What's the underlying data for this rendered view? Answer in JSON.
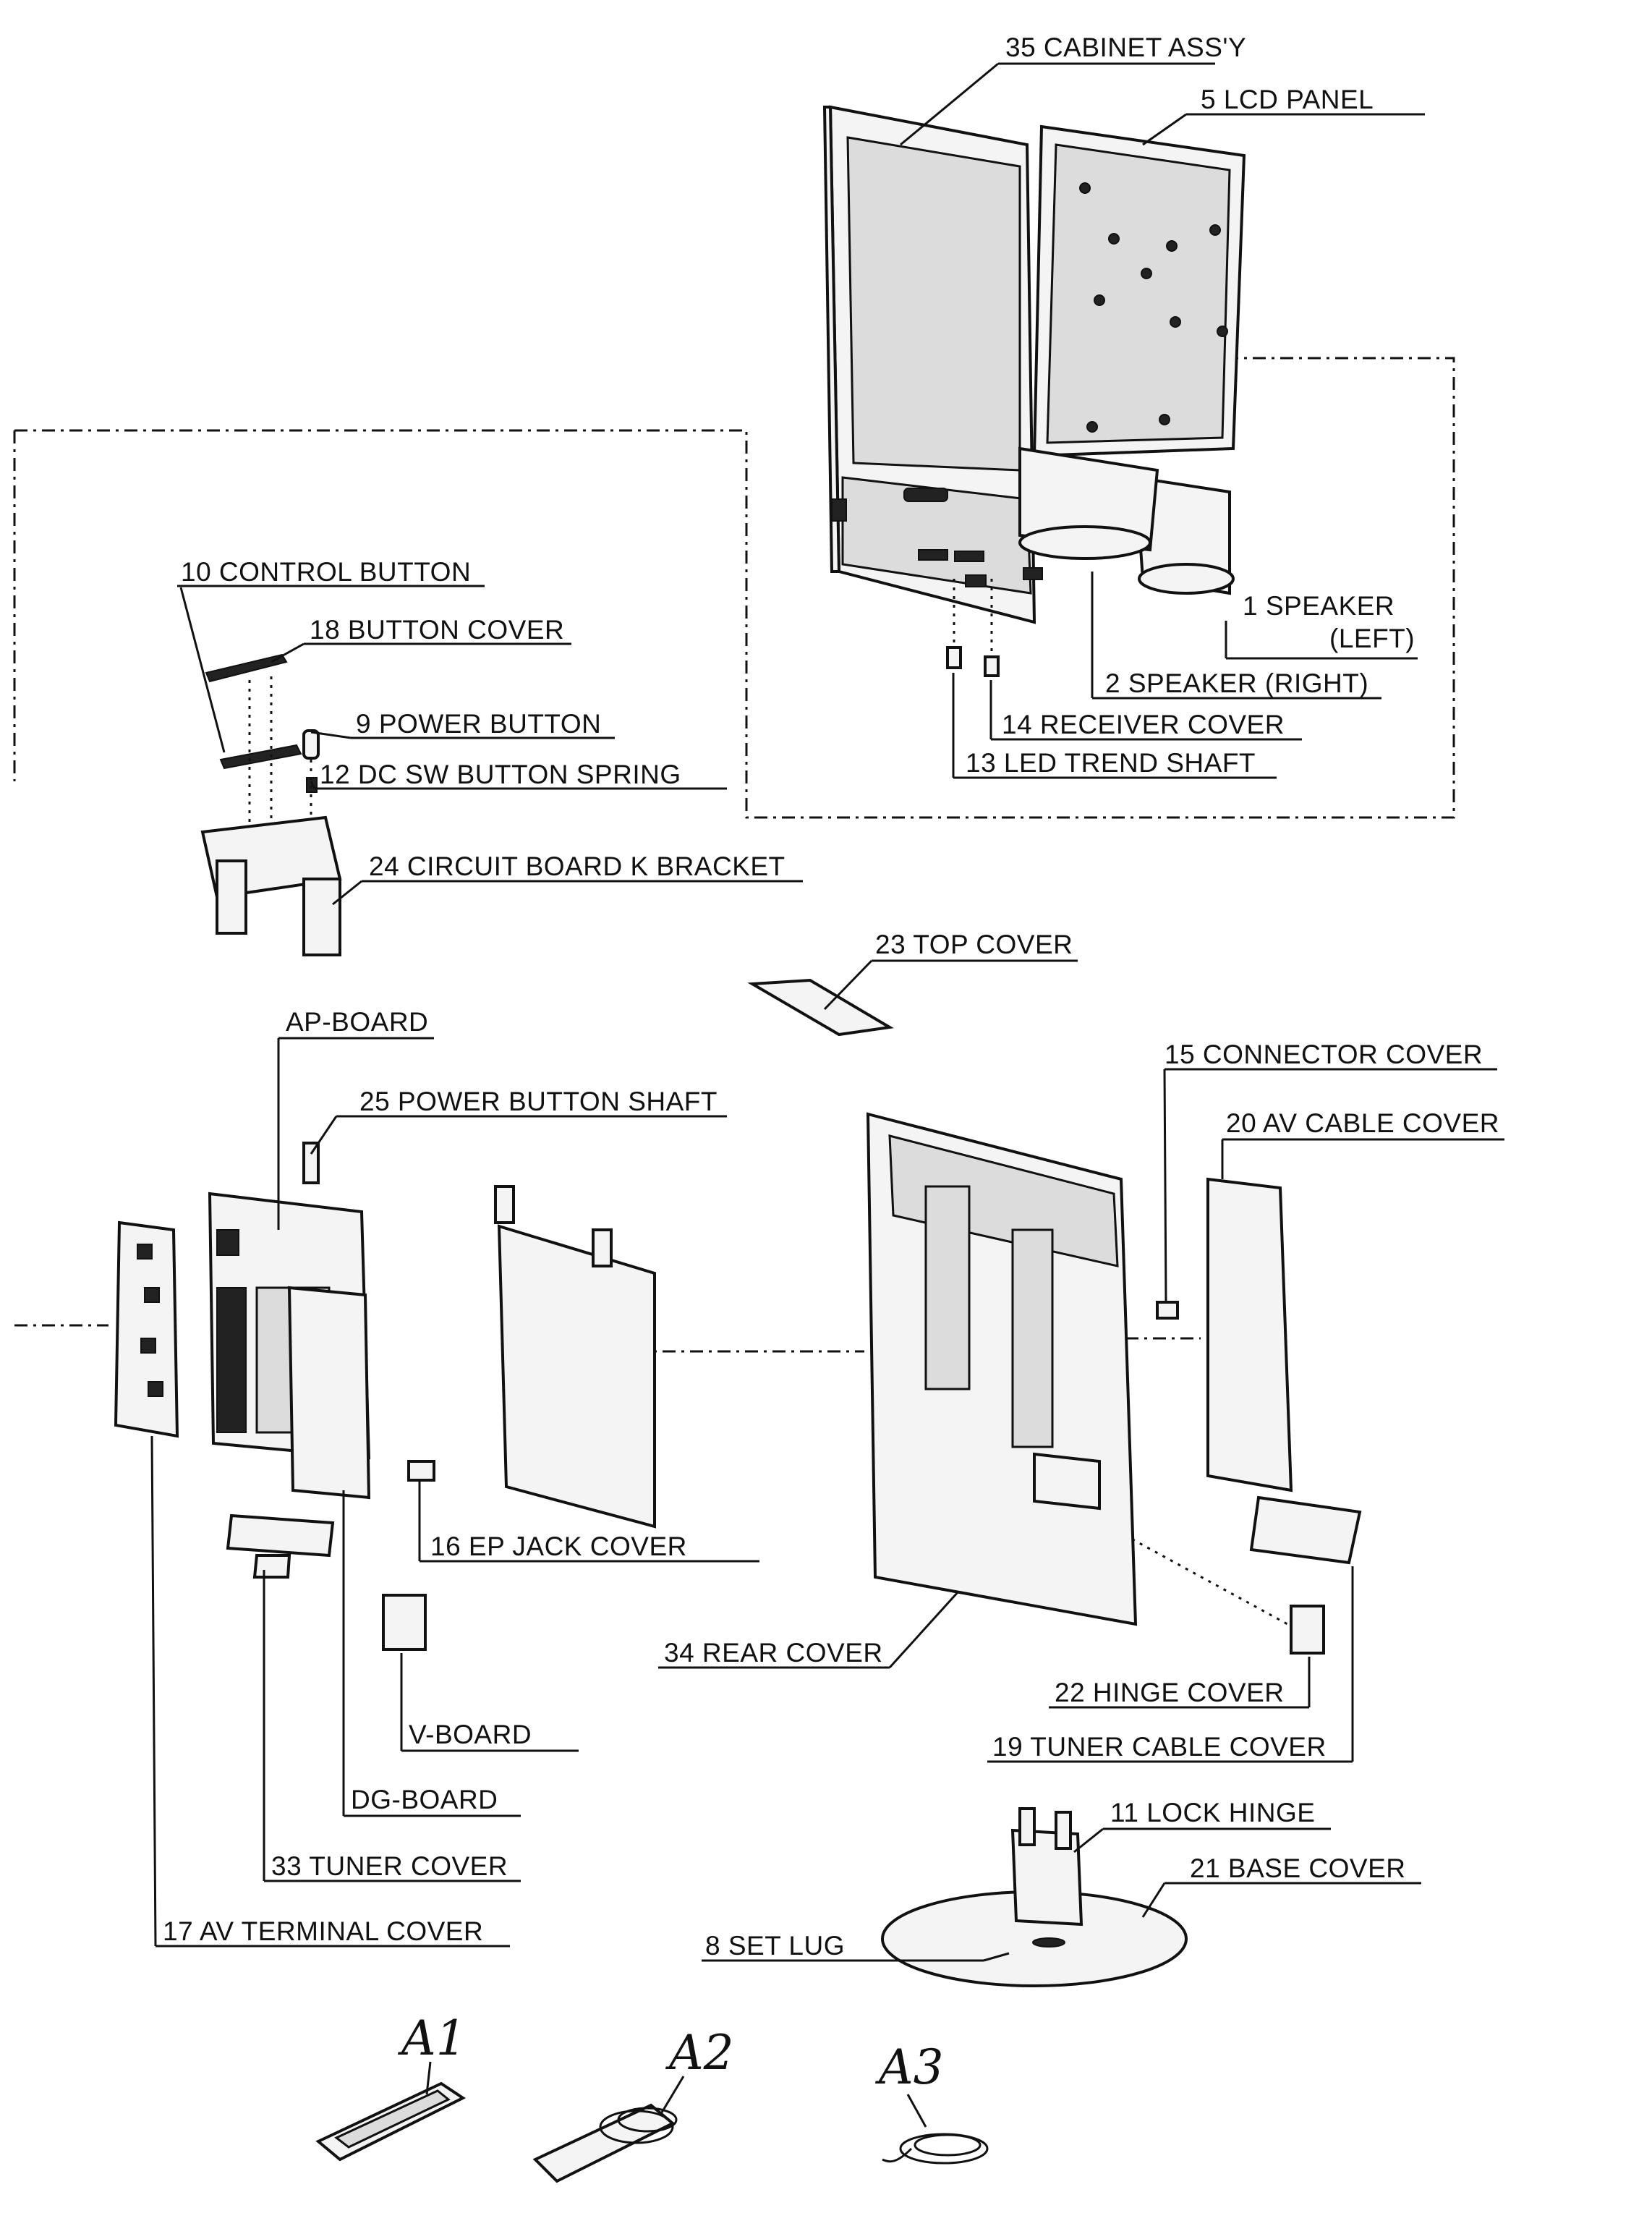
{
  "labels": {
    "cabinet": "35 CABINET ASS'Y",
    "lcd": "5 LCD PANEL",
    "control_button": "10 CONTROL BUTTON",
    "button_cover": "18 BUTTON COVER",
    "power_button": "9 POWER BUTTON",
    "dc_spring": "12 DC SW BUTTON SPRING",
    "bracket": "24 CIRCUIT BOARD K BRACKET",
    "speaker_left_1": "1 SPEAKER",
    "speaker_left_2": "(LEFT)",
    "speaker_right": "2 SPEAKER (RIGHT)",
    "receiver_cover": "14 RECEIVER COVER",
    "led_shaft": "13 LED TREND SHAFT",
    "top_cover": "23 TOP COVER",
    "ap_board": "AP-BOARD",
    "connector_cover": "15 CONNECTOR COVER",
    "power_shaft": "25 POWER BUTTON SHAFT",
    "av_cable_cover": "20 AV CABLE COVER",
    "ep_jack": "16 EP JACK COVER",
    "rear_cover": "34 REAR COVER",
    "hinge_cover": "22 HINGE COVER",
    "v_board": "V-BOARD",
    "tuner_cable": "19 TUNER CABLE COVER",
    "dg_board": "DG-BOARD",
    "lock_hinge": "11 LOCK HINGE",
    "tuner_cover": "33 TUNER COVER",
    "base_cover": "21 BASE COVER",
    "av_terminal": "17 AV TERMINAL COVER",
    "set_lug": "8 SET LUG",
    "a1": "A1",
    "a2": "A2",
    "a3": "A3"
  }
}
